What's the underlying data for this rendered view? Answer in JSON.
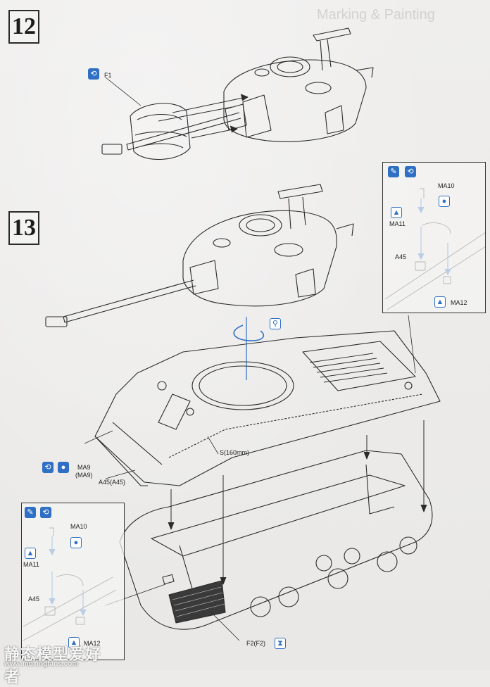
{
  "steps": {
    "step12": "12",
    "step13": "13"
  },
  "ghost_title": "Marking & Painting",
  "labels": {
    "f1": "F1",
    "s_160": "S(160mm)",
    "ma9": "MA9",
    "ma9_paren": "(MA9)",
    "a45_paren": "A45(A45)",
    "f2_paren": "F2(F2)"
  },
  "inset_right": {
    "ma10": "MA10",
    "ma11": "MA11",
    "a45": "A45",
    "ma12": "MA12"
  },
  "inset_left": {
    "ma10": "MA10",
    "ma11": "MA11",
    "a45": "A45",
    "ma12": "MA12"
  },
  "watermark": {
    "cn": "静态模型爱好者",
    "url": "www.moxingfans.com"
  },
  "icons": {
    "rotate": "rotate-icon",
    "glue": "glue-icon",
    "cement": "cement-icon",
    "cut": "cut-icon",
    "upward": "upward-icon",
    "hourglass": "hourglass-icon",
    "rotate_view": "rotate-view-icon"
  }
}
